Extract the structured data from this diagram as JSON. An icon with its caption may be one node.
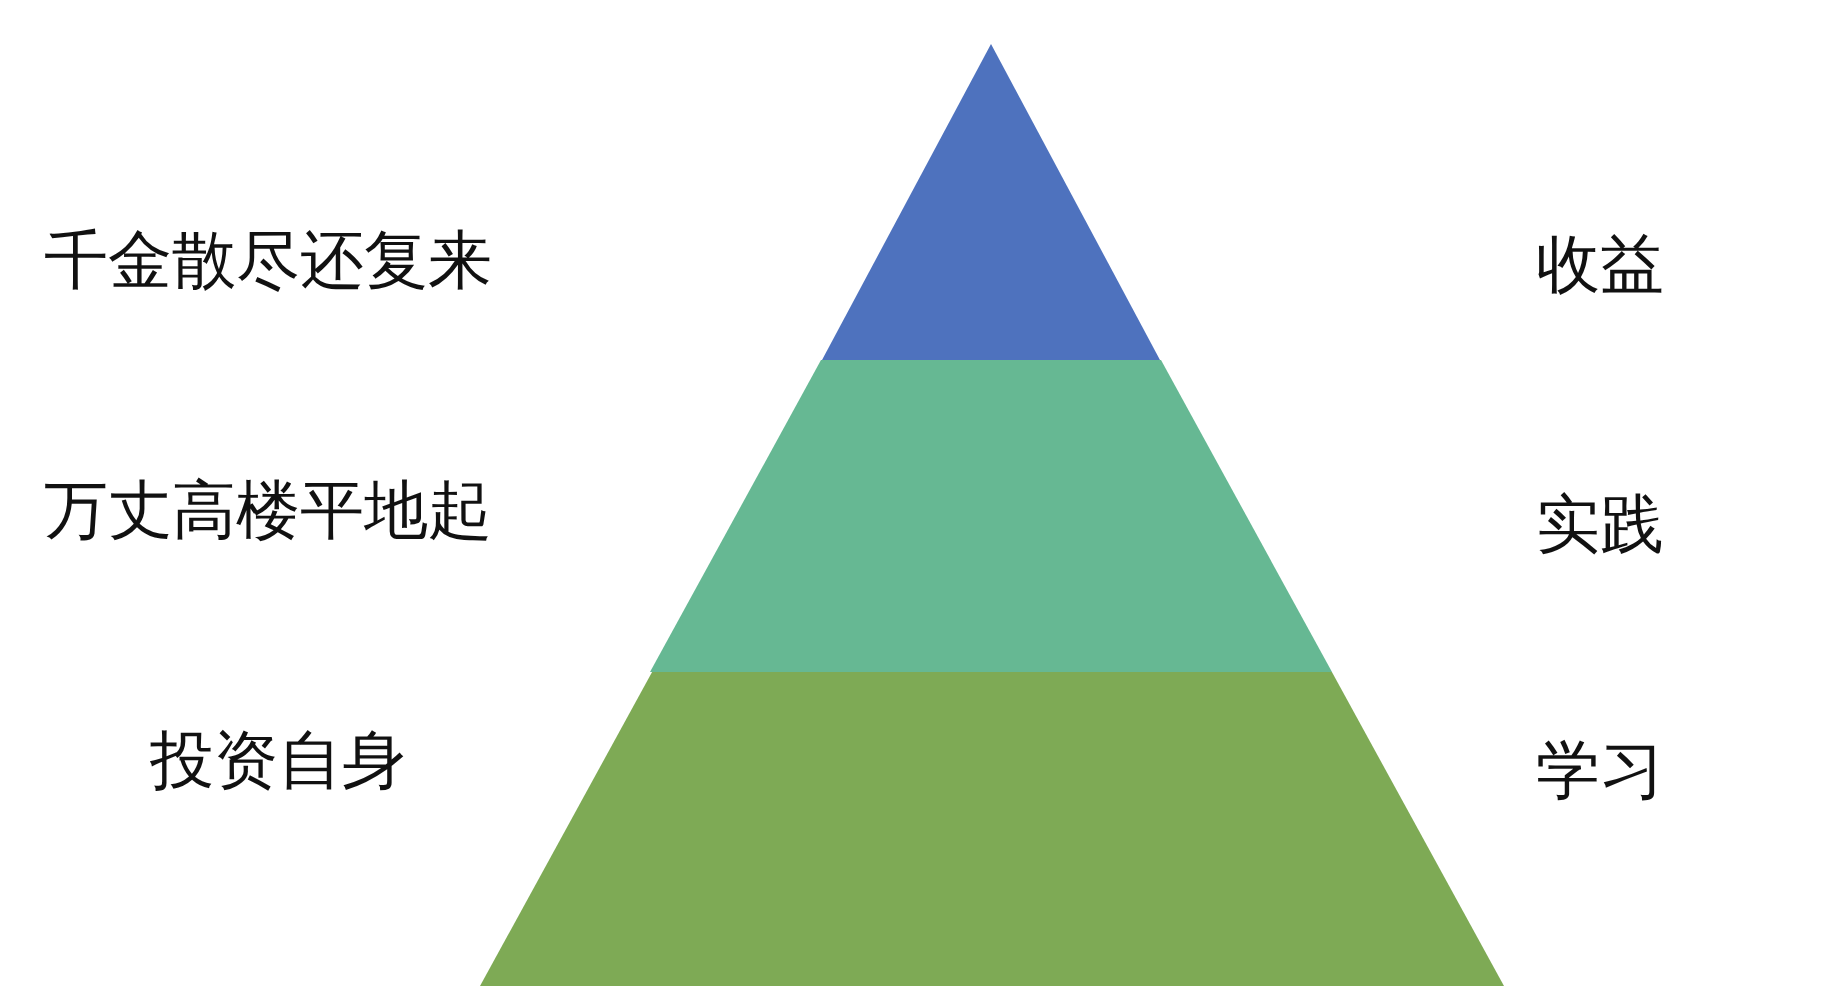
{
  "diagram": {
    "nodes": [
      {
        "text": [],
        "shape": "triangle"
      },
      {
        "text": [],
        "shape": "trapezoid"
      },
      {
        "text": [],
        "shape": "trapezoid"
      }
    ],
    "labels": [
      "千金散尽还复来",
      "收益",
      "万丈高楼平地起",
      "实践",
      "投资自身",
      "学习"
    ]
  }
}
